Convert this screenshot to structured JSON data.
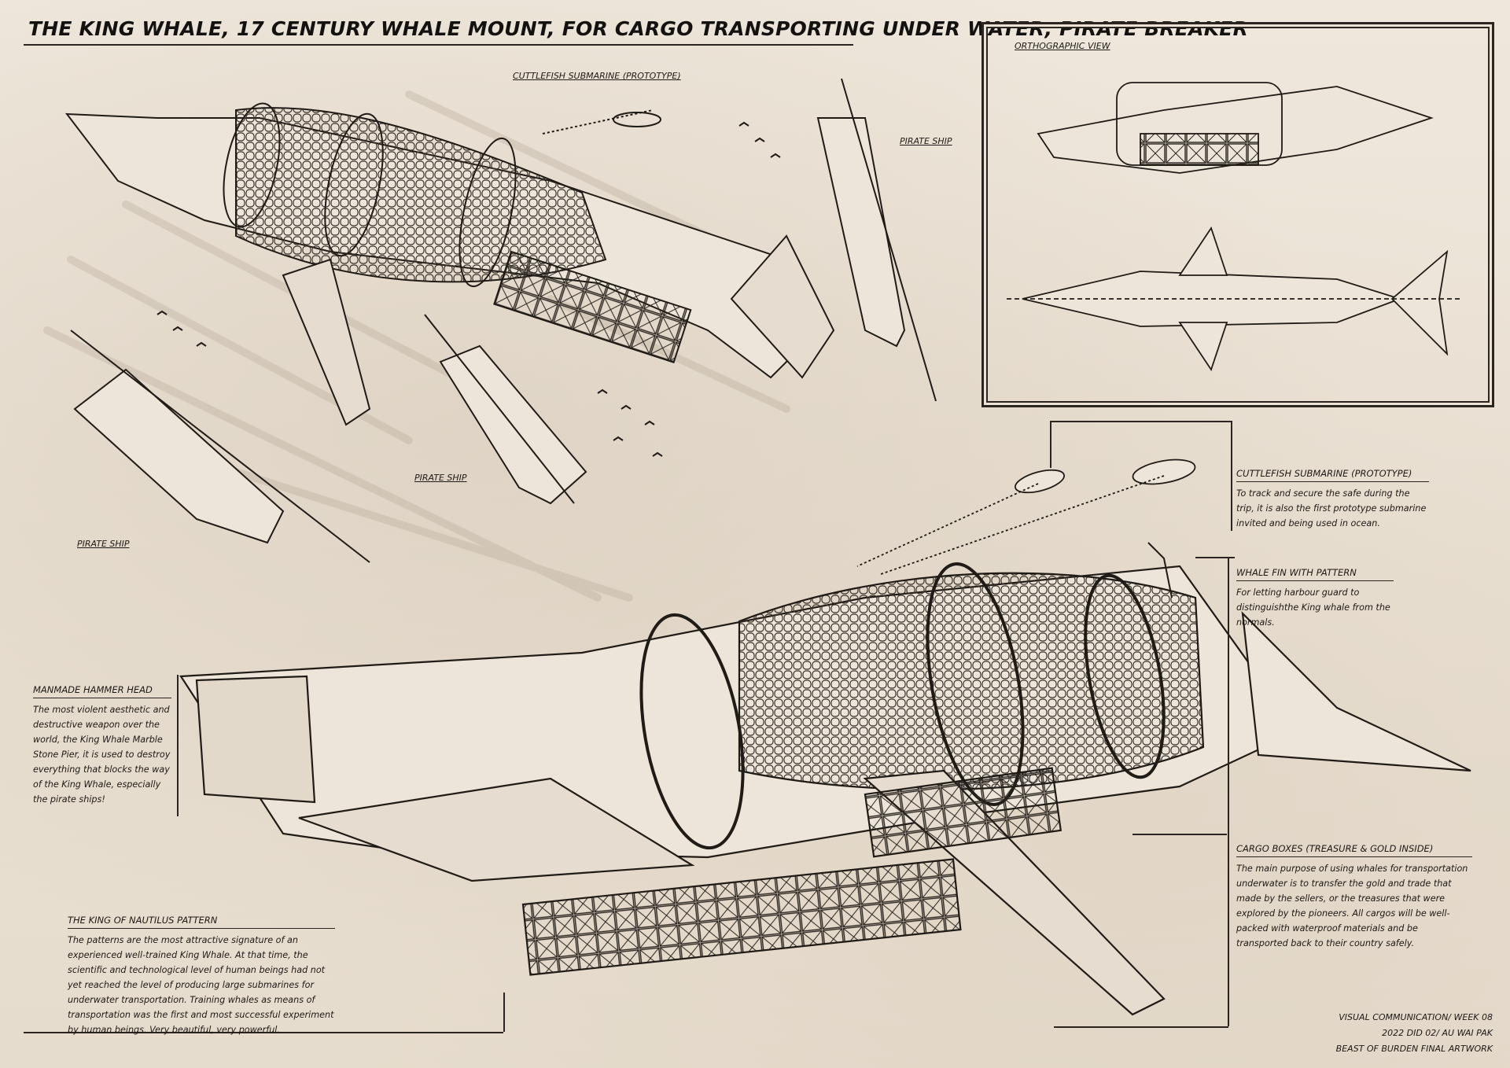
{
  "title": "THE KING WHALE, 17 CENTURY WHALE MOUNT, FOR CARGO TRANSPORTING UNDER WATER, PIRATE BREAKER",
  "labels": {
    "cuttlefish_top": "CUTTLEFISH SUBMARINE (PROTOTYPE)",
    "pirate_ship_right": "PIRATE SHIP",
    "pirate_ship_mid": "PIRATE SHIP",
    "pirate_ship_left": "PIRATE SHIP",
    "orthographic": "ORTHOGRAPHIC VIEW"
  },
  "notes": {
    "cuttlefish": {
      "heading": "CUTTLEFISH SUBMARINE (PROTOTYPE)",
      "body": "To track and secure the safe during the trip, it is also the first prototype submarine invited and being used in ocean."
    },
    "fin": {
      "heading": "WHALE FIN WITH PATTERN",
      "body": "For letting harbour guard to distinguishthe King whale from the normals."
    },
    "hammer": {
      "heading": "MANMADE HAMMER HEAD",
      "body": "The most violent aesthetic and destructive weapon over the world, the King Whale Marble Stone Pier, it is used to destroy everything that blocks the way of the King Whale, especially the pirate ships!"
    },
    "cargo": {
      "heading": "CARGO BOXES (TREASURE & GOLD INSIDE)",
      "body": "The main purpose of using whales for transportation underwater is to transfer the gold and trade that made by the sellers, or the treasures that were explored by the pioneers. All cargos will be well-packed with waterproof materials and be transported back to their country safely."
    },
    "nautilus": {
      "heading": "THE KING OF NAUTILUS PATTERN",
      "body": "The patterns are the most attractive signature of an experienced well-trained King Whale. At that time, the scientific and technological level of human beings had not yet reached the level of producing large submarines for underwater transportation. Training whales as means of transportation was the first and most successful experiment by human beings. Very beautiful, very powerful."
    }
  },
  "credits": {
    "line1": "VISUAL COMMUNICATION/ WEEK 08",
    "line2": "2022 DID 02/ AU WAI PAK",
    "line3": "BEAST OF BURDEN FINAL ARTWORK"
  },
  "icons": [
    "whale-illustration",
    "pirate-ship-illustration",
    "cuttlefish-submarine-icon",
    "bird-flock-icon"
  ]
}
